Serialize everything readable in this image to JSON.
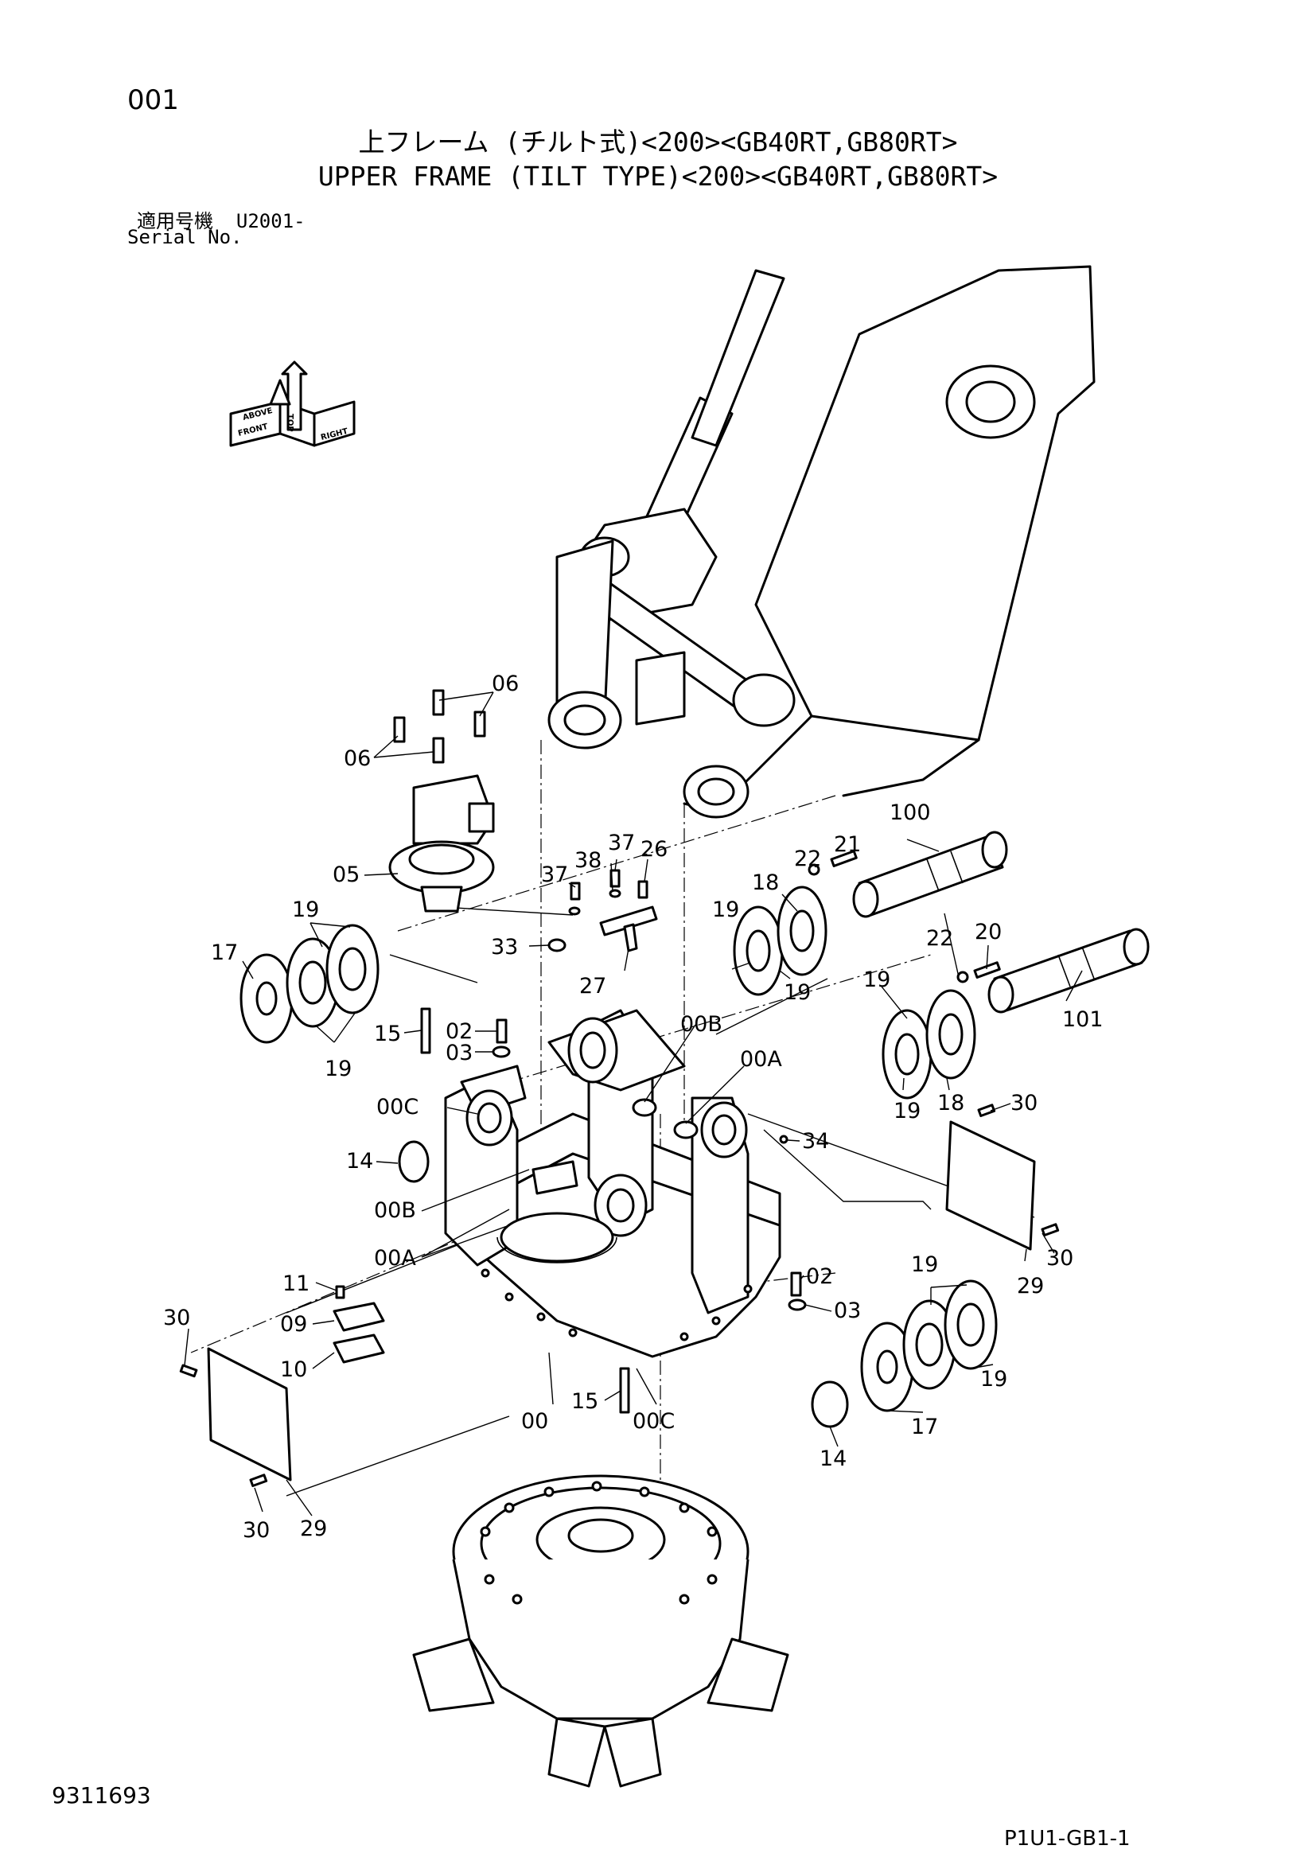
{
  "page_number": "001",
  "title_jp": "上フレーム (チルト式)<200><GB40RT,GB80RT>",
  "title_en": "UPPER FRAME (TILT TYPE)<200><GB40RT,GB80RT>",
  "serial_label_jp": "適用号機",
  "serial_value": "U2001-",
  "serial_label_en": "Serial No.",
  "doc_number": "9311693",
  "page_code": "P1U1-GB1-1",
  "orientation": {
    "top": "TOP",
    "front": "FRONT",
    "right": "RIGHT",
    "above": "ABOVE"
  },
  "callouts": {
    "c06a": "06",
    "c06b": "06",
    "c05": "05",
    "c100": "100",
    "c21": "21",
    "c22a": "22",
    "c18a": "18",
    "c37a": "37",
    "c38": "38",
    "c37b": "37",
    "c26": "26",
    "c19a": "19",
    "c17a": "17",
    "c19b": "19",
    "c33": "33",
    "c27": "27",
    "c19c": "19",
    "c19d": "19",
    "c22b": "22",
    "c20": "20",
    "c101": "101",
    "c15a": "15",
    "c02a": "02",
    "c03a": "03",
    "c00Ba": "00B",
    "c00Aa": "00A",
    "c19e": "19",
    "c18b": "18",
    "c19f": "19",
    "c00Ca": "00C",
    "c30a": "30",
    "c34": "34",
    "c14a": "14",
    "c00Bb": "00B",
    "c00Ab": "00A",
    "c30b": "30",
    "c29a": "29",
    "c11": "11",
    "c02b": "02",
    "c19g": "19",
    "c30c": "30",
    "c09": "09",
    "c03b": "03",
    "c10": "10",
    "c19h": "19",
    "c15b": "15",
    "c00": "00",
    "c00Cb": "00C",
    "c17b": "17",
    "c14b": "14",
    "c29b": "29",
    "c30d": "30"
  }
}
